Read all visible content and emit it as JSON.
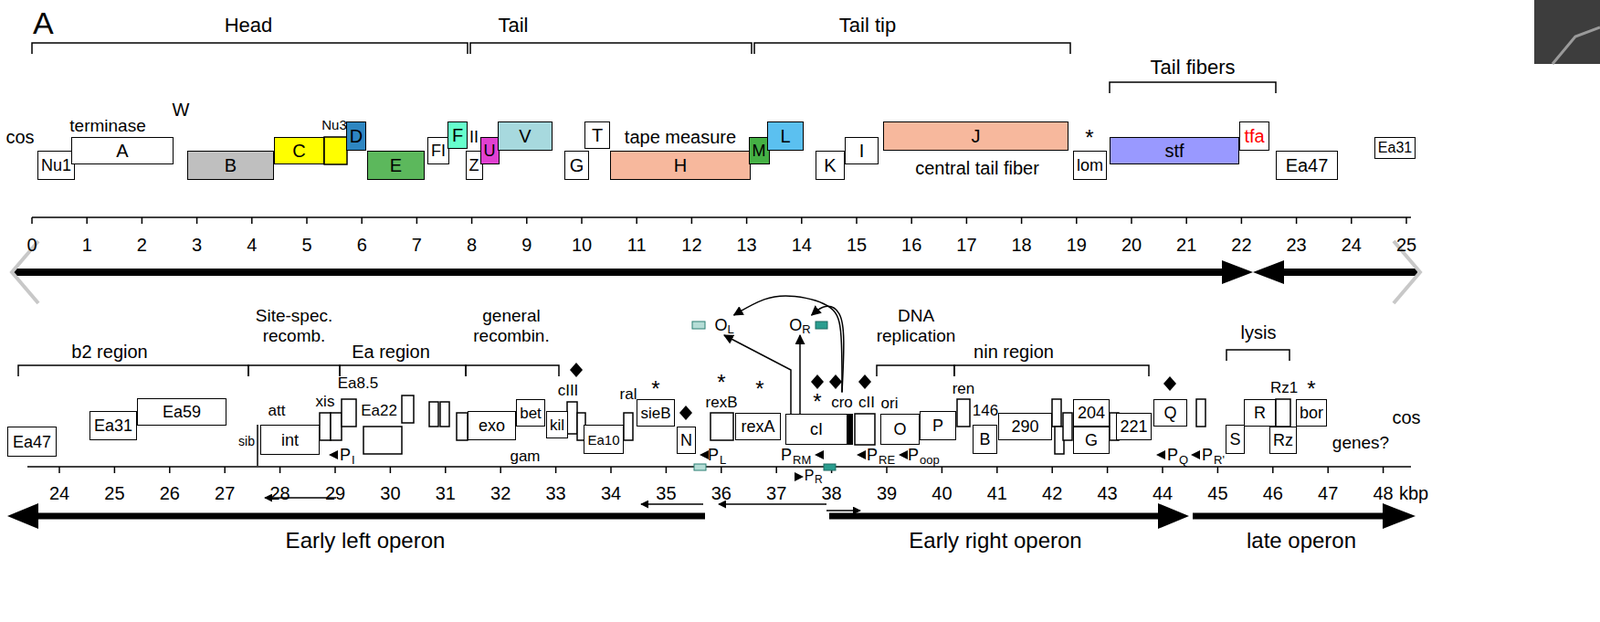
{
  "diagram": {
    "nodes": [
      {
        "text": [
          "Nu1"
        ]
      },
      {
        "text": [
          "A"
        ]
      },
      {
        "text": [
          "B"
        ]
      },
      {
        "text": [
          "C"
        ]
      },
      {
        "text": [
          "D"
        ]
      },
      {
        "text": [
          "E"
        ]
      },
      {
        "text": [
          "FI"
        ]
      },
      {
        "text": [
          "F"
        ]
      },
      {
        "text": [
          "Z"
        ]
      },
      {
        "text": [
          "U"
        ]
      },
      {
        "text": [
          "V"
        ]
      },
      {
        "text": [
          "G"
        ]
      },
      {
        "text": [
          "T"
        ]
      },
      {
        "text": [
          "H"
        ]
      },
      {
        "text": [
          "M"
        ]
      },
      {
        "text": [
          "L"
        ]
      },
      {
        "text": [
          "K"
        ]
      },
      {
        "text": [
          "I"
        ]
      },
      {
        "text": [
          "J"
        ]
      },
      {
        "text": [
          "lom"
        ]
      },
      {
        "text": [
          "stf"
        ]
      },
      {
        "text": [
          "tfa"
        ]
      },
      {
        "text": [
          "Ea47"
        ]
      },
      {
        "text": [
          "Ea31"
        ]
      },
      {
        "text": [
          "O",
          "L"
        ]
      },
      {
        "text": [
          "O",
          "R"
        ]
      },
      {
        "text": [
          "Ea47"
        ]
      },
      {
        "text": [
          "Ea31"
        ]
      },
      {
        "text": [
          "Ea59"
        ]
      },
      {
        "text": [
          "int"
        ]
      },
      {
        "text": [
          "exo"
        ]
      },
      {
        "text": [
          "bet"
        ]
      },
      {
        "text": [
          "kil"
        ]
      },
      {
        "text": [
          "Ea10"
        ]
      },
      {
        "text": [
          "sieB"
        ]
      },
      {
        "text": [
          "N"
        ]
      },
      {
        "text": [
          "rexA"
        ]
      },
      {
        "text": [
          "cI"
        ]
      },
      {
        "text": [
          "cro"
        ]
      },
      {
        "text": [
          "O"
        ]
      },
      {
        "text": [
          "P"
        ]
      },
      {
        "text": [
          "B"
        ]
      },
      {
        "text": [
          "290"
        ]
      },
      {
        "text": [
          "204"
        ]
      },
      {
        "text": [
          "G"
        ]
      },
      {
        "text": [
          "221"
        ]
      },
      {
        "text": [
          "Q"
        ]
      },
      {
        "text": [
          "S"
        ]
      },
      {
        "text": [
          "R"
        ]
      },
      {
        "text": [
          "Rz"
        ]
      },
      {
        "text": [
          "bor"
        ]
      }
    ],
    "edges": [
      {
        "from": 37,
        "to": 24,
        "arrow": "to"
      },
      {
        "from": 37,
        "to": 25,
        "arrow": "to"
      },
      {
        "from": 38,
        "to": 24,
        "arrow": "to"
      },
      {
        "from": 38,
        "to": 25,
        "arrow": "to"
      }
    ],
    "labels": [
      "A",
      "Head",
      "Tail",
      "Tail tip",
      "Tail fibers",
      "cos",
      "terminase",
      "W",
      "Nu3",
      "II",
      "tape measure",
      "central tail fiber",
      "*",
      "0",
      "1",
      "2",
      "3",
      "4",
      "5",
      "6",
      "7",
      "8",
      "9",
      "10",
      "11",
      "12",
      "13",
      "14",
      "15",
      "16",
      "17",
      "18",
      "19",
      "20",
      "21",
      "22",
      "23",
      "24",
      "25",
      "b2 region",
      "Site-spec. recomb.",
      "Ea region",
      "general recombin.",
      "DNA replication",
      "nin region",
      "lysis",
      "sib",
      "att",
      "xis",
      "Ea8.5",
      "Ea22",
      "gam",
      "cIII",
      "ral",
      "*",
      "*",
      "rexB",
      "*",
      "*",
      "cII",
      "ori",
      "ren",
      "146",
      "Rz1",
      "*",
      "genes?",
      "cos",
      "P",
      "I",
      "P",
      "L",
      "P",
      "RM",
      "P",
      "RE",
      "P",
      "oop",
      "P",
      "R",
      "P",
      "Q",
      "P",
      "R'",
      "24",
      "25",
      "26",
      "27",
      "28",
      "29",
      "30",
      "31",
      "32",
      "33",
      "34",
      "35",
      "36",
      "37",
      "38",
      "39",
      "40",
      "41",
      "42",
      "43",
      "44",
      "45",
      "46",
      "47",
      "48",
      "kbp",
      "Early left operon",
      "Early right operon",
      "late operon"
    ]
  }
}
